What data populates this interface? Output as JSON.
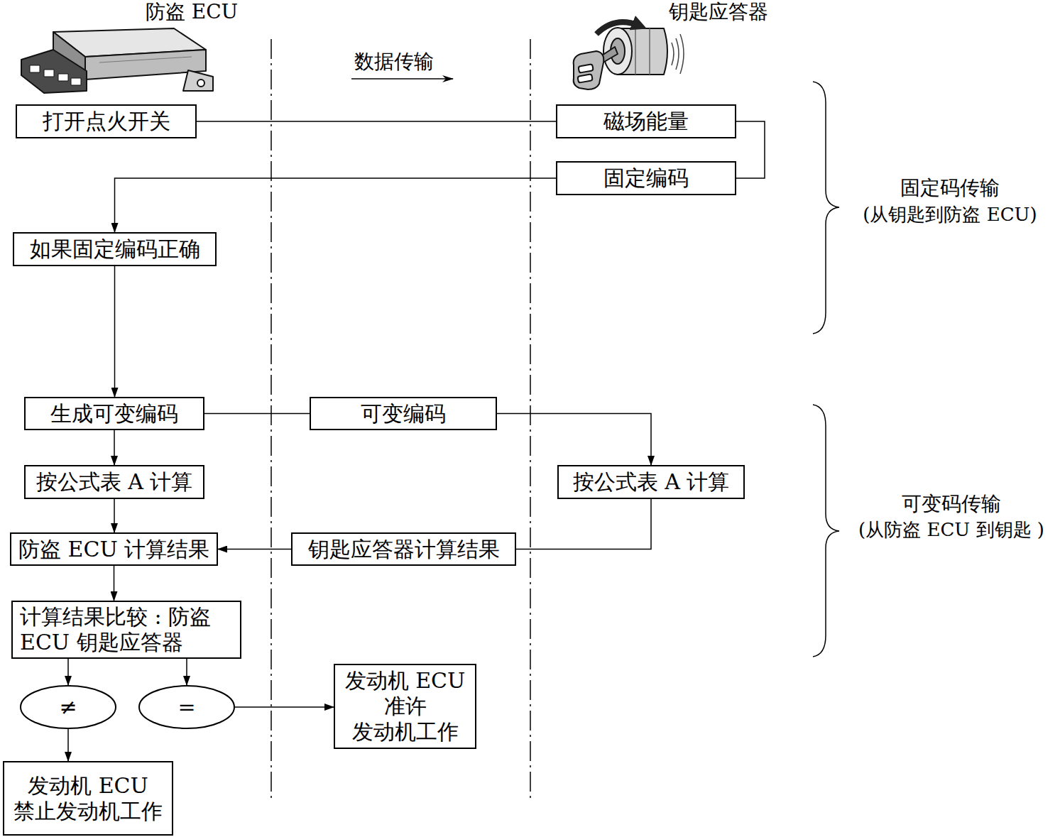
{
  "diagram": {
    "nodes": [
      {
        "text": [
          "打开点火开关"
        ]
      },
      {
        "text": [
          "磁场能量"
        ]
      },
      {
        "text": [
          "固定编码"
        ]
      },
      {
        "text": [
          "如果固定编码正确"
        ]
      },
      {
        "text": [
          "生成可变编码"
        ]
      },
      {
        "text": [
          "可变编码"
        ]
      },
      {
        "text": [
          "按公式表 A 计算"
        ]
      },
      {
        "text": [
          "按公式表 A 计算"
        ]
      },
      {
        "text": [
          "防盗 ECU 计算结果"
        ]
      },
      {
        "text": [
          "钥匙应答器计算结果"
        ]
      },
      {
        "text": [
          "计算结果比较 : 防盗 ECU 钥匙应答器"
        ]
      },
      {
        "text": [
          "≠"
        ]
      },
      {
        "text": [
          "="
        ]
      },
      {
        "text": [
          "发动机 ECU 准许 发动机工作"
        ]
      },
      {
        "text": [
          "发动机 ECU 禁止发动机工作"
        ]
      }
    ],
    "edges": [
      {
        "from": 0,
        "to": 1,
        "arrow": "none"
      },
      {
        "from": 1,
        "to": 2,
        "arrow": "none"
      },
      {
        "from": 2,
        "to": 3,
        "arrow": "to"
      },
      {
        "from": 3,
        "to": 4,
        "arrow": "to"
      },
      {
        "from": 4,
        "to": 5,
        "arrow": "none"
      },
      {
        "from": 5,
        "to": 7,
        "arrow": "to"
      },
      {
        "from": 4,
        "to": 6,
        "arrow": "to"
      },
      {
        "from": 6,
        "to": 8,
        "arrow": "to"
      },
      {
        "from": 7,
        "to": 9,
        "arrow": "none"
      },
      {
        "from": 9,
        "to": 8,
        "arrow": "to"
      },
      {
        "from": 8,
        "to": 10,
        "arrow": "to"
      },
      {
        "from": 10,
        "to": 11,
        "arrow": "to"
      },
      {
        "from": 10,
        "to": 12,
        "arrow": "to"
      },
      {
        "from": 12,
        "to": 13,
        "arrow": "to"
      },
      {
        "from": 11,
        "to": 14,
        "arrow": "to"
      }
    ],
    "labels": [
      "防盗 ECU",
      "数据传输",
      "钥匙应答器",
      "固定码传输",
      "(从钥匙到防盗 ECU)",
      "可变码传输",
      "(从防盗 ECU 到钥匙 )"
    ]
  }
}
